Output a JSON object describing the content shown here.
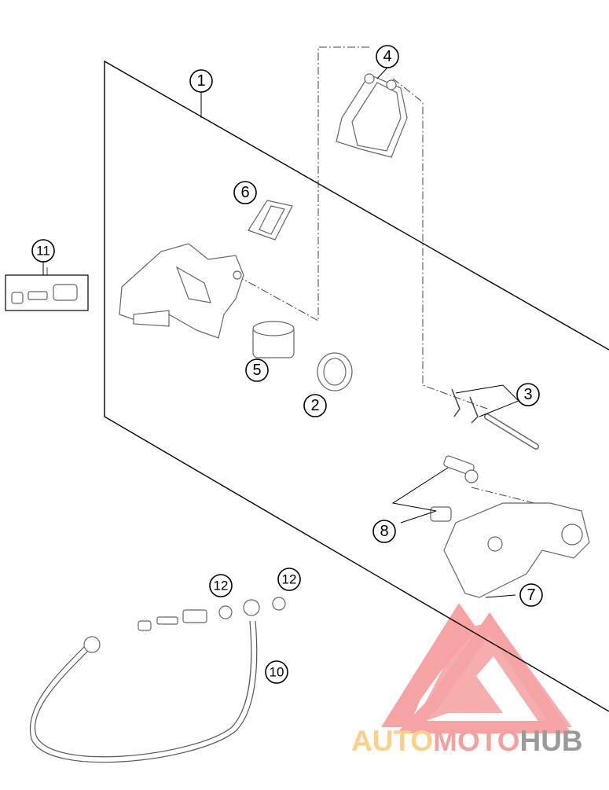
{
  "diagram": {
    "callouts": [
      {
        "id": "callout-1",
        "label": "1"
      },
      {
        "id": "callout-2",
        "label": "2"
      },
      {
        "id": "callout-3",
        "label": "3"
      },
      {
        "id": "callout-4",
        "label": "4"
      },
      {
        "id": "callout-5",
        "label": "5"
      },
      {
        "id": "callout-6",
        "label": "6"
      },
      {
        "id": "callout-7",
        "label": "7"
      },
      {
        "id": "callout-8",
        "label": "8"
      },
      {
        "id": "callout-10",
        "label": "10"
      },
      {
        "id": "callout-11",
        "label": "11"
      },
      {
        "id": "callout-12a",
        "label": "12"
      },
      {
        "id": "callout-12b",
        "label": "12"
      }
    ]
  },
  "watermark": {
    "part1": "AUTO",
    "part2": "MOTO",
    "part3": "HUB",
    "colors": {
      "auto": "#fdd089",
      "moto": "#f4a0a0",
      "hub": "#9a9a9a"
    }
  }
}
